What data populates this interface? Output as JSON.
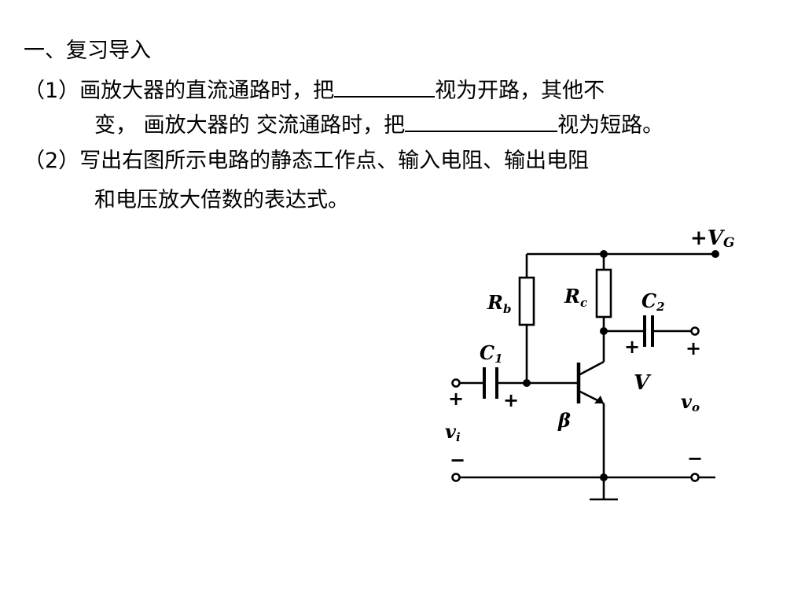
{
  "heading": "一、复习导入",
  "q1": {
    "num": "（1）",
    "part_a": "画放大器的直流通路时，把",
    "part_b": "视为开路，其他不",
    "part_c": "变， 画放大器的 交流通路时，把",
    "part_d": "视为短路。"
  },
  "q2": {
    "num": "（2）",
    "line1": "写出右图所示电路的静态工作点、输入电阻、输出电阻",
    "line2": "和电压放大倍数的表达式。"
  },
  "circuit": {
    "supply_label": "+V",
    "supply_sub": "G",
    "rb_label": "R",
    "rb_sub": "b",
    "rc_label": "R",
    "rc_sub": "c",
    "c1_label": "C",
    "c1_sub": "1",
    "c2_label": "C",
    "c2_sub": "2",
    "transistor_label": "V",
    "beta_label": "β",
    "vi_label": "v",
    "vi_sub": "i",
    "vo_label": "v",
    "vo_sub": "o",
    "plus": "+",
    "minus": "−"
  }
}
